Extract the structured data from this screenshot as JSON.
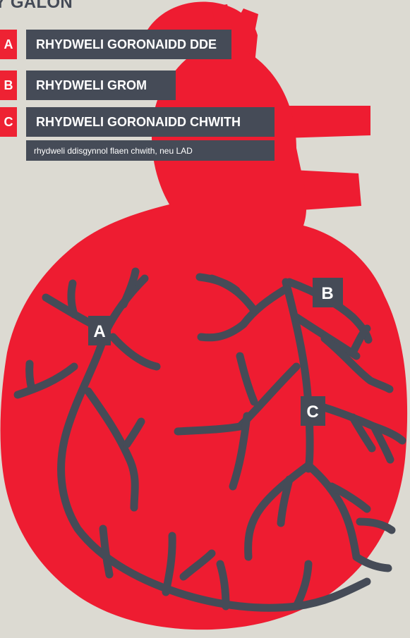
{
  "title": "Y GALON",
  "legend": [
    {
      "code": "A",
      "label": "RHYDWELI GORONAIDD DDE"
    },
    {
      "code": "B",
      "label": "RHYDWELI GROM"
    },
    {
      "code": "C",
      "label": "RHYDWELI GORONAIDD CHWITH"
    }
  ],
  "note": "rhydweli ddisgynnol flaen chwith, neu LAD",
  "markers": {
    "a": "A",
    "b": "B",
    "c": "C"
  },
  "colors": {
    "background": "#dcdad2",
    "heart": "#ee1c31",
    "artery": "#454b57",
    "legend_code": "#ee2233",
    "legend_label": "#454b57"
  }
}
